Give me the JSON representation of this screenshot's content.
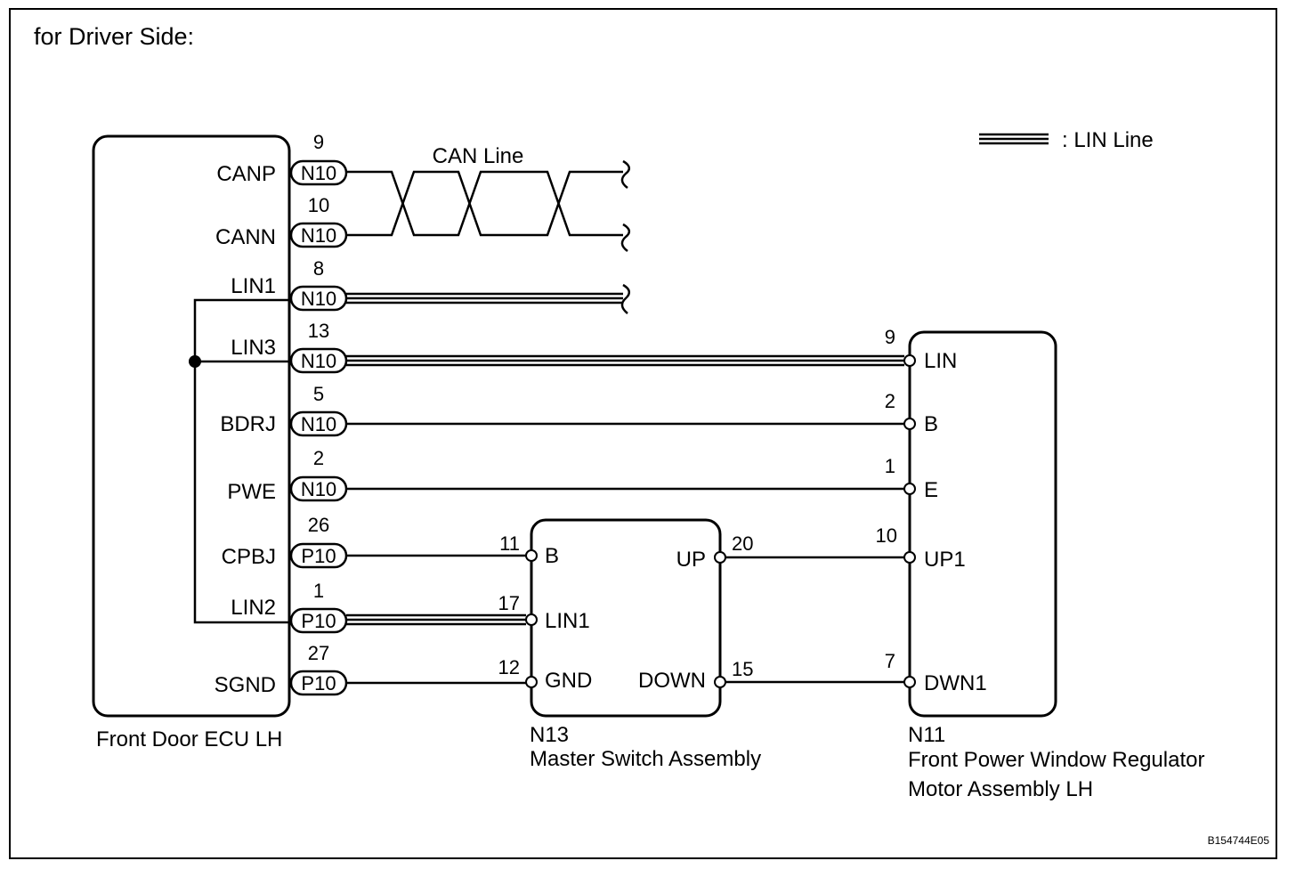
{
  "title": "for Driver Side:",
  "legend": {
    "label": ": LIN Line"
  },
  "can_label": "CAN Line",
  "diagram_code": "B154744E05",
  "components": {
    "ecu": {
      "name": "Front Door ECU LH"
    },
    "master_switch": {
      "id": "N13",
      "name": "Master Switch Assembly"
    },
    "regulator": {
      "id": "N11",
      "name_line1": "Front Power Window Regulator",
      "name_line2": "Motor Assembly LH"
    }
  },
  "ecu_pins": [
    {
      "label": "CANP",
      "connector": "N10",
      "pin": "9"
    },
    {
      "label": "CANN",
      "connector": "N10",
      "pin": "10"
    },
    {
      "label": "LIN1",
      "connector": "N10",
      "pin": "8"
    },
    {
      "label": "LIN3",
      "connector": "N10",
      "pin": "13"
    },
    {
      "label": "BDRJ",
      "connector": "N10",
      "pin": "5"
    },
    {
      "label": "PWE",
      "connector": "N10",
      "pin": "2"
    },
    {
      "label": "CPBJ",
      "connector": "P10",
      "pin": "26"
    },
    {
      "label": "LIN2",
      "connector": "P10",
      "pin": "1"
    },
    {
      "label": "SGND",
      "connector": "P10",
      "pin": "27"
    }
  ],
  "master_pins": [
    {
      "label": "B",
      "pin": "11"
    },
    {
      "label": "LIN1",
      "pin": "17"
    },
    {
      "label": "GND",
      "pin": "12"
    },
    {
      "label": "UP",
      "pin": "20"
    },
    {
      "label": "DOWN",
      "pin": "15"
    }
  ],
  "regulator_pins": [
    {
      "label": "LIN",
      "pin": "9"
    },
    {
      "label": "B",
      "pin": "2"
    },
    {
      "label": "E",
      "pin": "1"
    },
    {
      "label": "UP1",
      "pin": "10"
    },
    {
      "label": "DWN1",
      "pin": "7"
    }
  ]
}
